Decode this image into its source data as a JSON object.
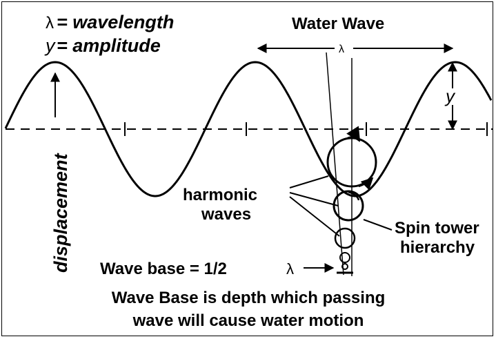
{
  "legend": {
    "lambda_symbol": "λ",
    "lambda_line": "= wavelength",
    "y_symbol": "y",
    "y_line": "= amplitude"
  },
  "title": "Water Wave",
  "labels": {
    "lambda_marker": "λ",
    "amplitude_marker": "y",
    "displacement": "displacement",
    "harmonic_line1": "harmonic",
    "harmonic_line2": "waves",
    "spin_line1": "Spin tower",
    "spin_line2": "hierarchy",
    "wave_base_text": "Wave base = 1/2",
    "wave_base_lambda": "λ"
  },
  "caption": {
    "line1": "Wave Base is depth which passing",
    "line2": "wave will cause water motion"
  }
}
